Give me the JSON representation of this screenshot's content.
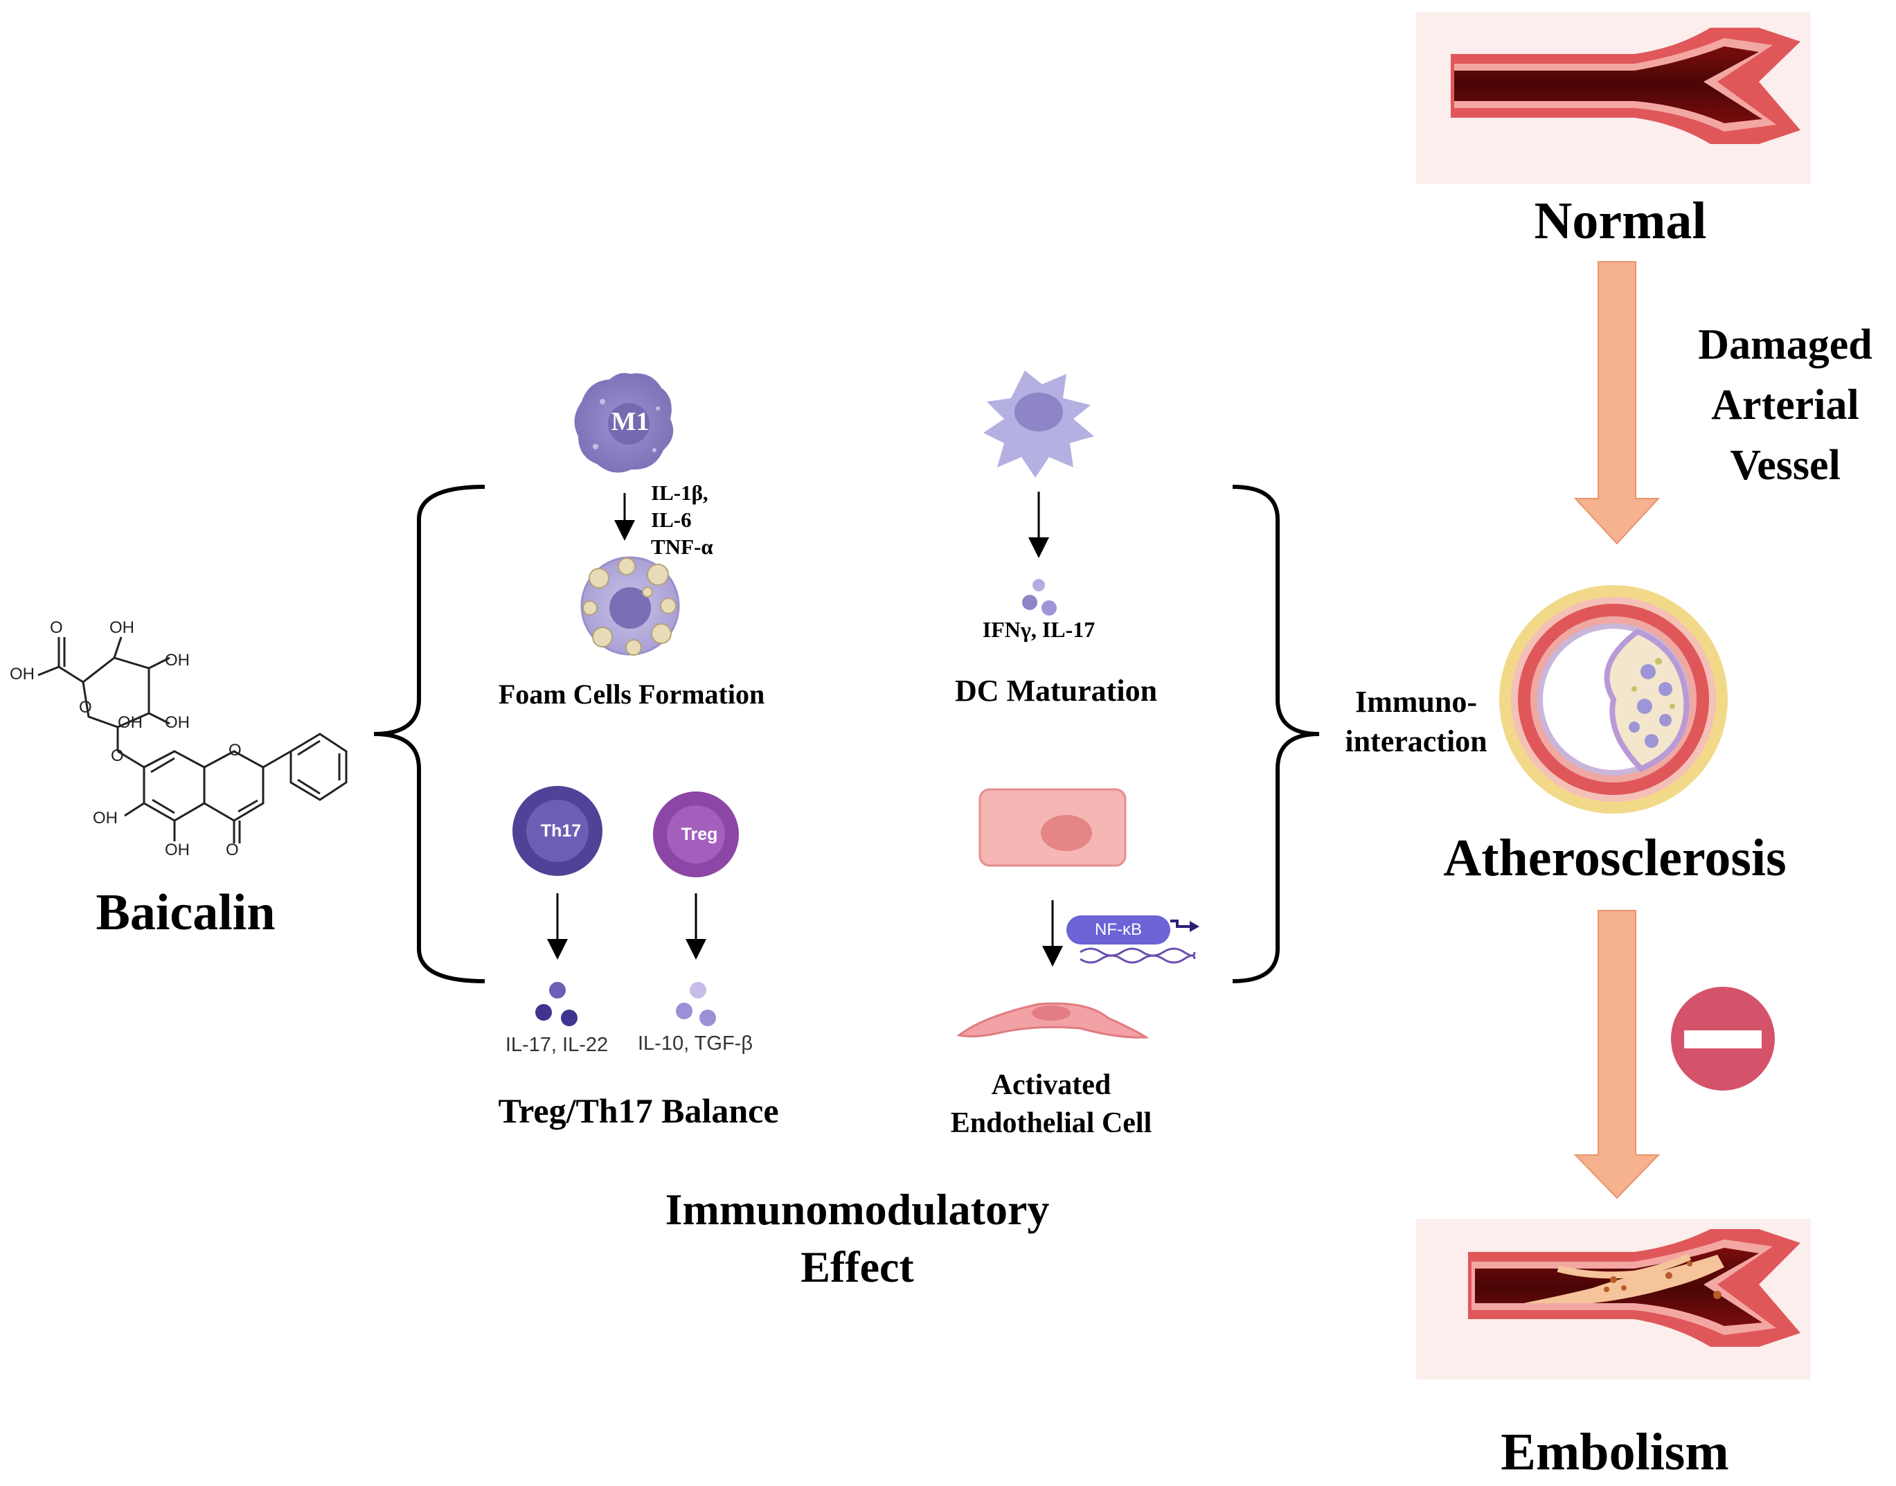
{
  "drug": {
    "name": "Baicalin",
    "chem_labels": [
      "O",
      "OH",
      "OH",
      "OH",
      "OH",
      "O",
      "OH",
      "O",
      "O",
      "OH",
      "OH",
      "O"
    ]
  },
  "mechanisms": {
    "foam": {
      "cell_label": "M1",
      "cytokines": "IL-1β,\nIL-6\nTNF-α",
      "title": "Foam Cells Formation"
    },
    "dc": {
      "cytokines": "IFNγ, IL-17",
      "title": "DC Maturation"
    },
    "treg": {
      "th17_label": "Th17",
      "treg_label": "Treg",
      "th17_cytokines": "IL-17, IL-22",
      "treg_cytokines": "IL-10, TGF-β",
      "title": "Treg/Th17 Balance"
    },
    "endo": {
      "nfkb_label": "NF-κB",
      "title": "Activated\nEndothelial Cell"
    }
  },
  "effect_title": "Immunomodulatory\nEffect",
  "immuno_label": "Immuno-\ninteraction",
  "pathway": {
    "normal": "Normal",
    "damaged": "Damaged\nArterial\nVessel",
    "atherosclerosis": "Atherosclerosis",
    "embolism": "Embolism"
  },
  "colors": {
    "arrow_fill": "#f6b18f",
    "inhibit_red": "#d4536a",
    "vessel_dark": "#5a0a0a",
    "vessel_wall": "#e0575a",
    "cell_purple": "#8f84c6",
    "th17": "#5b4fa3",
    "treg": "#9b59b6",
    "endothelial": "#f4b3b3"
  }
}
